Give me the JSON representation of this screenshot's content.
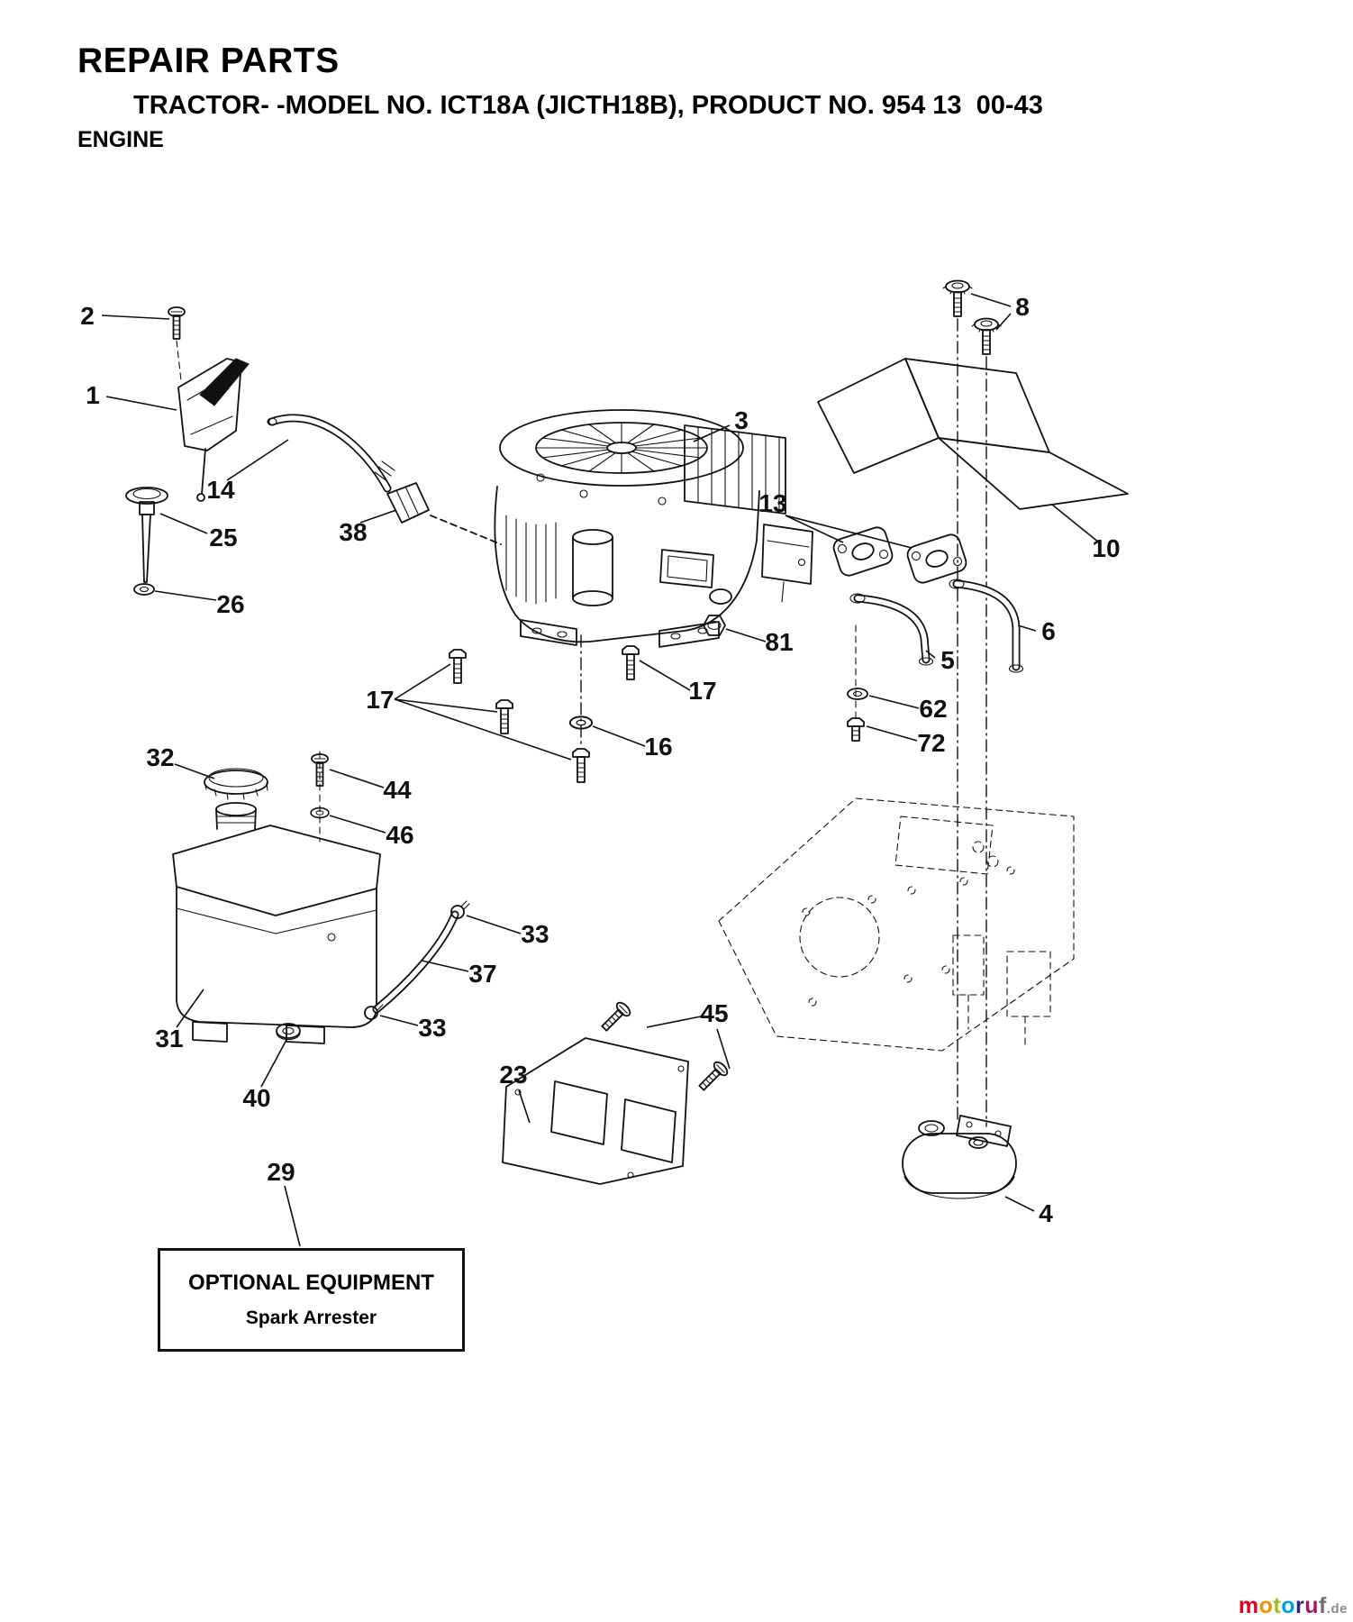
{
  "header": {
    "title": "REPAIR PARTS",
    "subtitle": "TRACTOR- -MODEL NO. ICT18A (JICTH18B), PRODUCT NO. 954 13  00-43",
    "section": "ENGINE"
  },
  "callouts": {
    "c1": "1",
    "c2": "2",
    "c3": "3",
    "c4": "4",
    "c5": "5",
    "c6": "6",
    "c8": "8",
    "c10": "10",
    "c13": "13",
    "c14": "14",
    "c16": "16",
    "c17a": "17",
    "c17b": "17",
    "c23": "23",
    "c25": "25",
    "c26": "26",
    "c29": "29",
    "c31": "31",
    "c32": "32",
    "c33a": "33",
    "c33b": "33",
    "c37": "37",
    "c38": "38",
    "c40": "40",
    "c44": "44",
    "c45": "45",
    "c46": "46",
    "c62": "62",
    "c72": "72",
    "c81": "81"
  },
  "optional_box": {
    "title": "OPTIONAL EQUIPMENT",
    "subtitle": "Spark Arrester"
  },
  "watermark": {
    "letters": [
      "m",
      "o",
      "t",
      "o",
      "r",
      "u",
      "f"
    ],
    "letter_colors": [
      "#e2001a",
      "#f39200",
      "#95c11f",
      "#009fe3",
      "#312783",
      "#a3195b",
      "#706f6f"
    ],
    "suffix": ".de"
  }
}
